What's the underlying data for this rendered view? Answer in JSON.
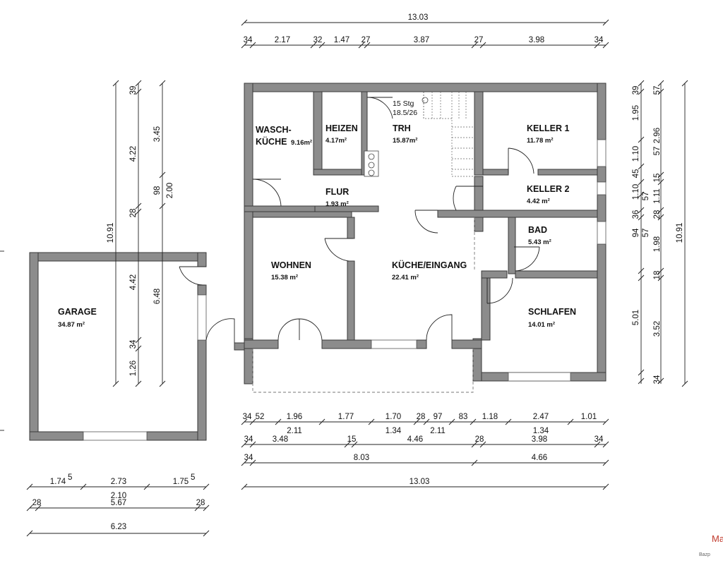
{
  "rooms": [
    {
      "id": "waschkueche",
      "name": "WASCH-",
      "name2": "KÜCHE",
      "area": "9.16m²"
    },
    {
      "id": "heizen",
      "name": "HEIZEN",
      "area": "4.17m²"
    },
    {
      "id": "trh",
      "name": "TRH",
      "area": "15.87m²"
    },
    {
      "id": "keller1",
      "name": "KELLER 1",
      "area": "11.78 m²"
    },
    {
      "id": "flur",
      "name": "FLUR",
      "area": "1.93 m²"
    },
    {
      "id": "keller2",
      "name": "KELLER 2",
      "area": "4.42 m²"
    },
    {
      "id": "bad",
      "name": "BAD",
      "area": "5.43 m²"
    },
    {
      "id": "wohnen",
      "name": "WOHNEN",
      "area": "15.38 m²"
    },
    {
      "id": "kueche",
      "name": "KÜCHE/EINGANG",
      "area": "22.41 m²"
    },
    {
      "id": "schlafen",
      "name": "SCHLAFEN",
      "area": "14.01 m²"
    },
    {
      "id": "garage",
      "name": "GARAGE",
      "area": "34.87 m²"
    }
  ],
  "stairs": {
    "steps": "15 Stg",
    "ratio": "18.5/26"
  },
  "dims": {
    "top_total": "13.03",
    "top": [
      "34",
      "2.17",
      "32",
      "1.47",
      "27",
      "3.87",
      "27",
      "3.98",
      "34"
    ],
    "left_a": [
      "39",
      "4.22",
      "28",
      "4.42",
      "34",
      "1.26"
    ],
    "left_b": [
      "10.91"
    ],
    "left_c": [
      "3.45",
      "98",
      "2.00",
      "6.48"
    ],
    "right_a": [
      "39",
      "1.95",
      "2.96",
      "5.01"
    ],
    "right_b": [
      "57",
      "1.10",
      "45",
      "1.10",
      "57",
      "36",
      "94",
      "1.98",
      "18",
      "3.52",
      "34"
    ],
    "right_c": [
      "57",
      "15",
      "1.11",
      "28",
      "57"
    ],
    "right_total": "10.91",
    "bottom1": [
      "34",
      "52",
      "1.96",
      "1.77",
      "1.70",
      "28",
      "97",
      "83",
      "1.18",
      "2.47",
      "1.01"
    ],
    "bottom1b": [
      "2.11",
      "1.34",
      "2.11",
      "1.34"
    ],
    "bottom2": [
      "34",
      "3.48",
      "15",
      "4.46",
      "28",
      "3.98",
      "34"
    ],
    "bottom3": [
      "34",
      "8.03",
      "4.66"
    ],
    "bottom_total": "13.03",
    "garage1": [
      "1.74",
      "5",
      "2.73",
      "1.75",
      "5"
    ],
    "garage2": [
      "2.10",
      "28",
      "5.67",
      "28"
    ],
    "garage_total": "6.23"
  },
  "watermark": {
    "text": "Ma",
    "small": "Bazp"
  }
}
